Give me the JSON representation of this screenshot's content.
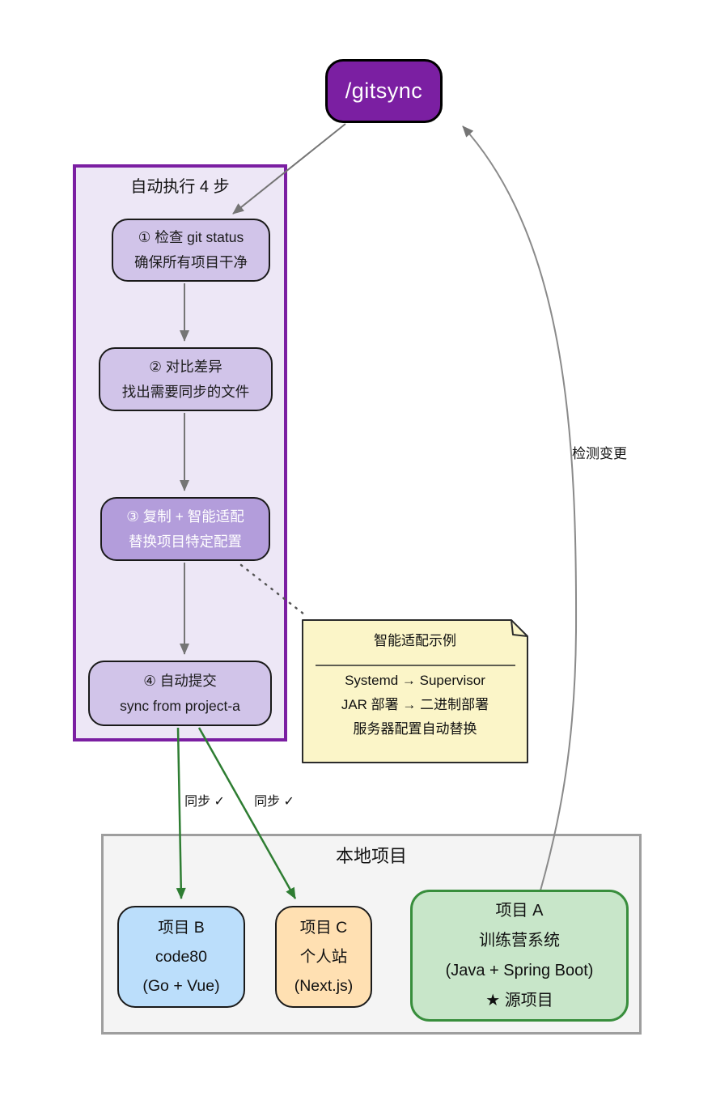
{
  "colors": {
    "gitsync_fill": "#7B1FA2",
    "panel_border": "#7B1FA2",
    "panel_fill": "#EDE7F6",
    "step_fill": "#D1C4E9",
    "step_highlight_fill": "#B39DDB",
    "note_fill": "#FBF5C8",
    "local_fill": "#F4F4F4",
    "local_border": "#9E9E9E",
    "project_b_fill": "#BBDEFB",
    "project_c_fill": "#FFE0B2",
    "project_a_fill": "#C8E6C9",
    "project_a_border": "#388E3C",
    "edge_gray": "#757575",
    "edge_green": "#2E7D32"
  },
  "gitsync": {
    "label": "/gitsync"
  },
  "auto_panel": {
    "title": "自动执行 4 步",
    "steps": [
      {
        "line1": "① 检查 git status",
        "line2": "确保所有项目干净"
      },
      {
        "line1": "② 对比差异",
        "line2": "找出需要同步的文件"
      },
      {
        "line1": "③ 复制 + 智能适配",
        "line2": "替换项目特定配置"
      },
      {
        "line1": "④ 自动提交",
        "line2": "sync from project-a"
      }
    ]
  },
  "note": {
    "title": "智能适配示例",
    "lines": [
      "Systemd → Supervisor",
      "JAR 部署 → 二进制部署",
      "服务器配置自动替换"
    ]
  },
  "edge_labels": {
    "sync_b": "同步 ✓",
    "sync_c": "同步 ✓",
    "detect": "检测变更"
  },
  "local_panel": {
    "title": "本地项目",
    "projects": [
      {
        "lines": [
          "项目 B",
          "code80",
          "(Go + Vue)"
        ]
      },
      {
        "lines": [
          "项目 C",
          "个人站",
          "(Next.js)"
        ]
      },
      {
        "lines": [
          "项目 A",
          "训练营系统",
          "(Java + Spring Boot)",
          "★ 源项目"
        ]
      }
    ]
  }
}
